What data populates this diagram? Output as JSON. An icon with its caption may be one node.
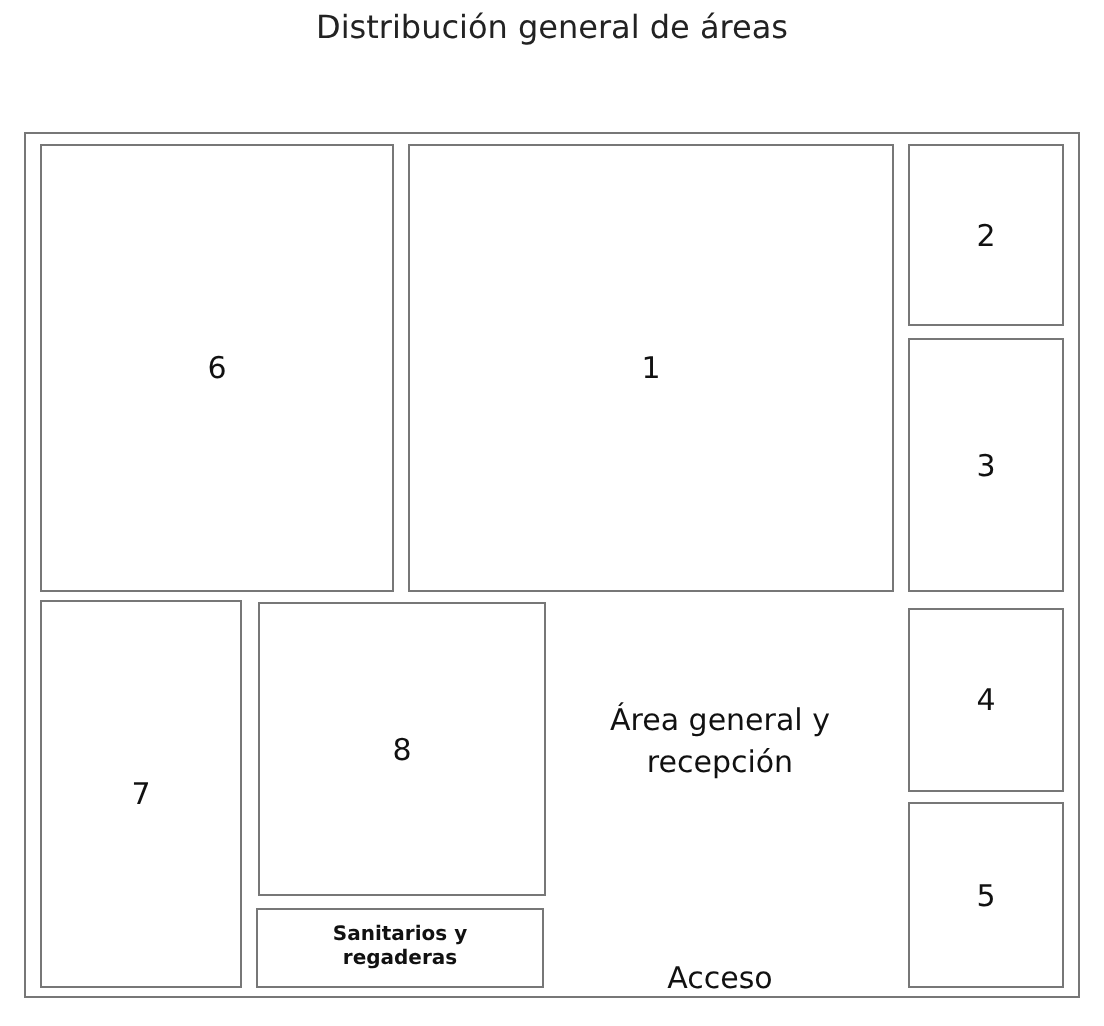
{
  "diagram": {
    "title": "Distribución general de áreas",
    "nodes": [
      {
        "text": [],
        "shape": "box"
      },
      {
        "text": [
          "6"
        ],
        "in": 0
      },
      {
        "text": [
          "1"
        ],
        "in": 0
      },
      {
        "text": [
          "2"
        ],
        "in": 0
      },
      {
        "text": [
          "3"
        ],
        "in": 0
      },
      {
        "text": [
          "7"
        ],
        "in": 0
      },
      {
        "text": [
          "8"
        ],
        "in": 0
      },
      {
        "text": [
          "4"
        ],
        "in": 0
      },
      {
        "text": [
          "Sanitarios y regaderas"
        ],
        "in": 0
      },
      {
        "text": [
          "5"
        ],
        "in": 0
      }
    ],
    "labels": [
      "Área general y recepción",
      "Acceso"
    ]
  }
}
